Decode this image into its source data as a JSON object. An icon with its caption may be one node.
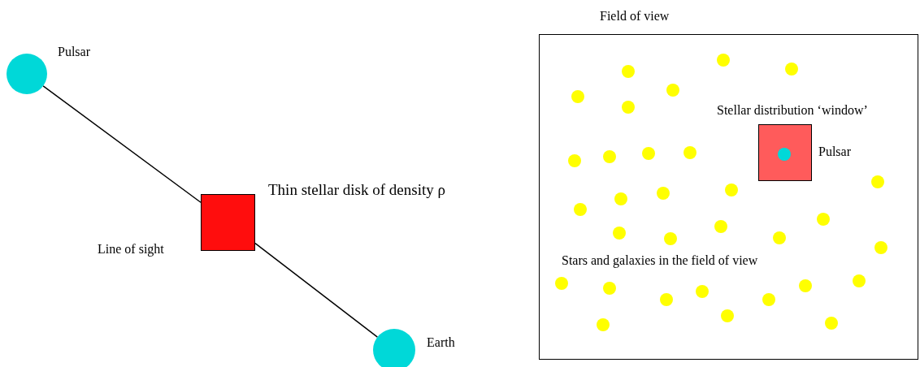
{
  "diagram": {
    "nodes": [
      {
        "text": [],
        "shape": "circle",
        "beside": [
          "Pulsar"
        ]
      },
      {
        "text": [],
        "shape": "box",
        "beside": [
          "Thin stellar disk of density ρ"
        ]
      },
      {
        "text": [],
        "shape": "circle",
        "beside": [
          "Earth"
        ]
      },
      {
        "text": [
          "Field of view"
        ]
      },
      {
        "text": [
          "Stellar distribution ‘window’"
        ],
        "in": 3
      },
      {
        "text": [],
        "shape": "circle",
        "in": 4,
        "beside": [
          "Pulsar"
        ]
      }
    ],
    "edges": [
      {
        "from": 0,
        "to": 1,
        "arrow": "none",
        "label": "Line of sight"
      },
      {
        "from": 1,
        "to": 2,
        "arrow": "none"
      }
    ],
    "labels": [
      "Stars and galaxies in the field of view"
    ]
  }
}
